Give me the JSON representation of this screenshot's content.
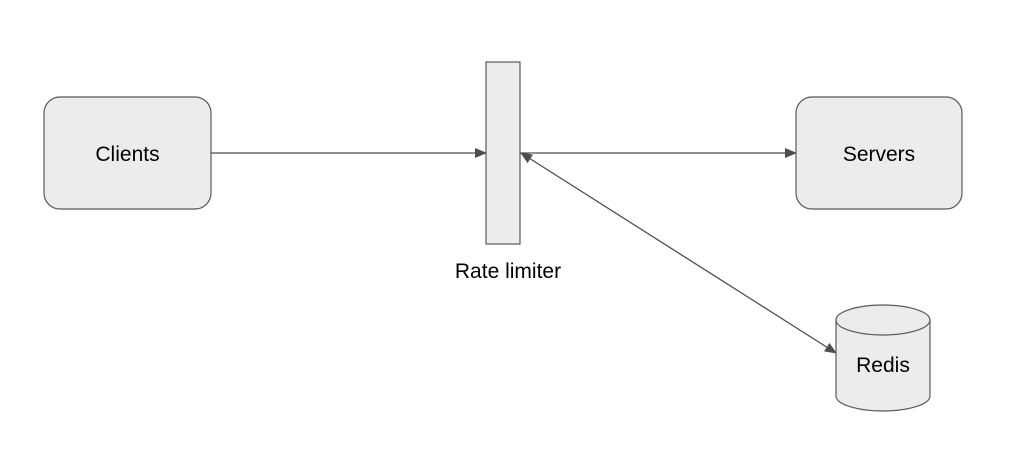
{
  "diagram": {
    "nodes": {
      "clients": {
        "label": "Clients"
      },
      "rate_limiter": {
        "label": "Rate limiter"
      },
      "servers": {
        "label": "Servers"
      },
      "redis": {
        "label": "Redis"
      }
    },
    "colors": {
      "node_fill": "#ececec",
      "node_stroke": "#595959",
      "edge": "#4d4d4d",
      "text": "#000000"
    }
  }
}
